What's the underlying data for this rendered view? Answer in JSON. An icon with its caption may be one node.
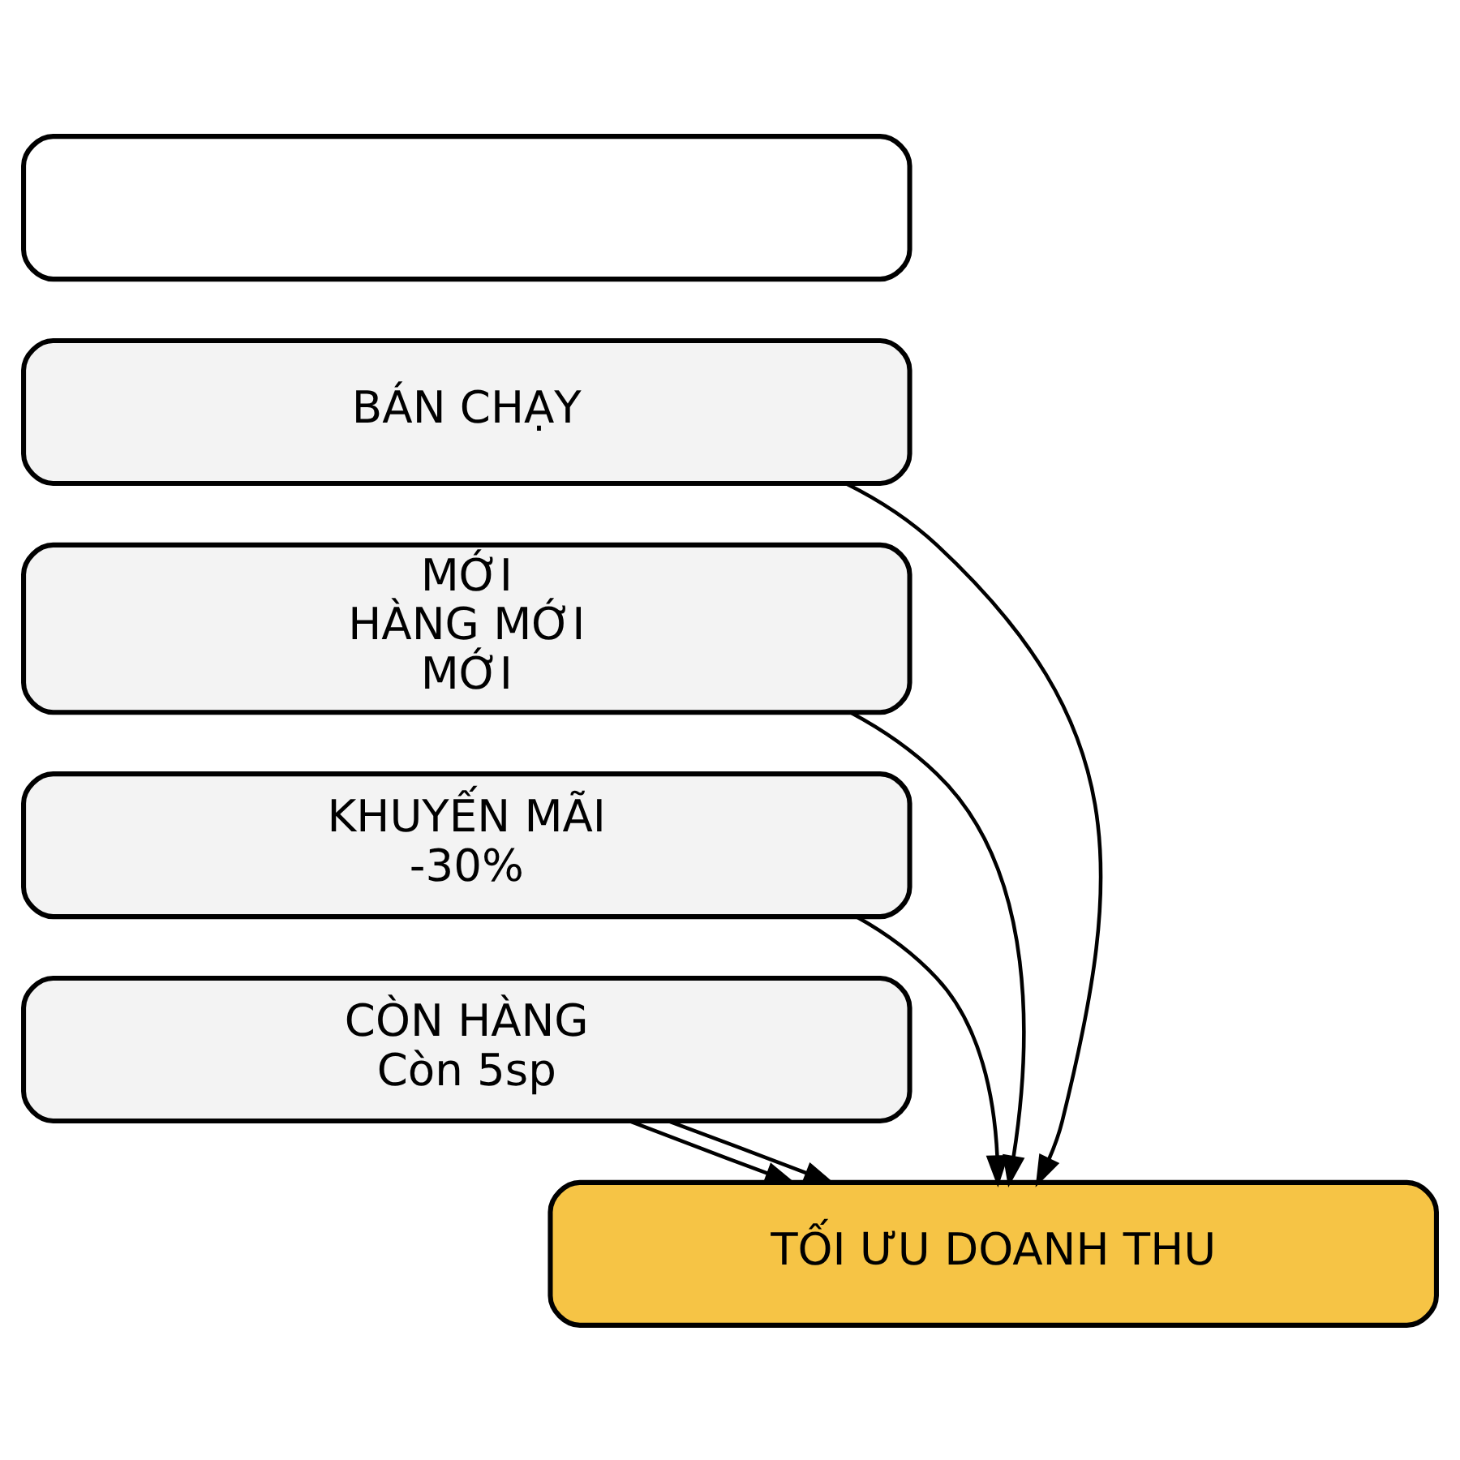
{
  "diagram": {
    "nodes": [
      {
        "text": [],
        "shape": "box"
      },
      {
        "text": [
          "BÁN CHẠY"
        ]
      },
      {
        "text": [
          "MỚI",
          "HÀNG MỚI",
          "MỚI"
        ]
      },
      {
        "text": [
          "KHUYẾN MÃI",
          "-30%"
        ]
      },
      {
        "text": [
          "CÒN HÀNG",
          "Còn 5sp"
        ]
      },
      {
        "text": [
          "TỐI ƯU DOANH THU"
        ]
      }
    ],
    "edges": [
      {
        "from": 1,
        "to": 5,
        "arrow": "to"
      },
      {
        "from": 2,
        "to": 5,
        "arrow": "to"
      },
      {
        "from": 3,
        "to": 5,
        "arrow": "to"
      },
      {
        "from": 4,
        "to": 5,
        "arrow": "to"
      },
      {
        "from": 4,
        "to": 5,
        "arrow": "to"
      }
    ]
  }
}
